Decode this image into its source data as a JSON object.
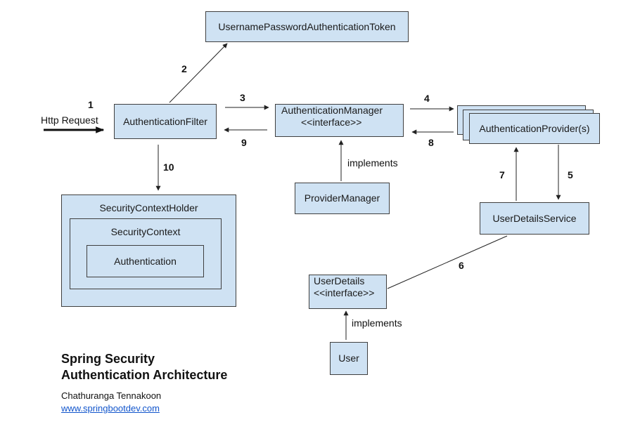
{
  "nodes": {
    "token": "UsernamePasswordAuthenticationToken",
    "filter": "AuthenticationFilter",
    "manager": [
      "AuthenticationManager",
      "<<interface>>"
    ],
    "provider": "AuthenticationProvider(s)",
    "provider_manager": "ProviderManager",
    "user_details_service": "UserDetailsService",
    "user_details": [
      "UserDetails",
      "<<interface>>"
    ],
    "user": "User",
    "context_holder": "SecurityContextHolder",
    "context": "SecurityContext",
    "authentication": "Authentication"
  },
  "edges": {
    "1": "1",
    "2": "2",
    "3": "3",
    "4": "4",
    "5": "5",
    "6": "6",
    "7": "7",
    "8": "8",
    "9": "9",
    "10": "10"
  },
  "labels": {
    "http_request": "Http Request",
    "implements_manager": "implements",
    "implements_user": "implements"
  },
  "footer": {
    "title_line1": "Spring Security",
    "title_line2": "Authentication Architecture",
    "author": "Chathuranga Tennakoon",
    "link": "www.springbootdev.com"
  },
  "colors": {
    "box_fill": "#cfe2f3",
    "box_border": "#3f3f3f",
    "link": "#1155cc"
  }
}
